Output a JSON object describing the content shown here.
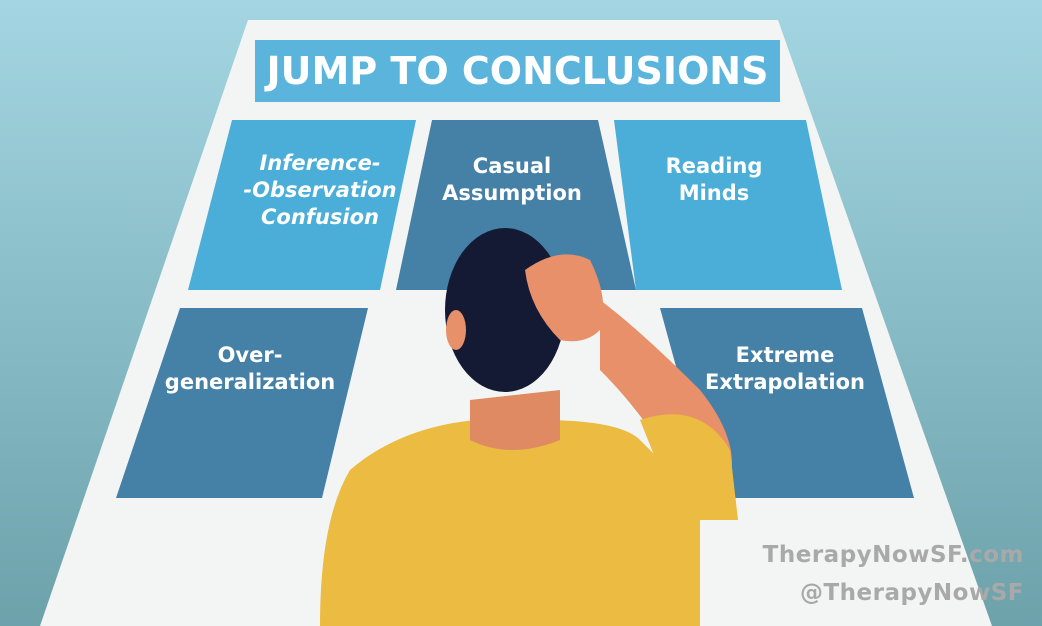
{
  "title": "JUMP TO CONCLUSIONS",
  "tiles": [
    {
      "label": "Inference-\n-Observation\nConfusion"
    },
    {
      "label": "Casual\nAssumption"
    },
    {
      "label": "Reading\nMinds"
    },
    {
      "label": "Over-\ngeneralization"
    },
    {
      "label": "Extreme\nExtrapolation"
    }
  ],
  "watermark": {
    "site": "TherapyNowSF.com",
    "handle": "@TherapyNowSF"
  },
  "colors": {
    "light_tile": "#4aaed8",
    "dark_tile": "#4580a7",
    "shirt": "#ebbb42",
    "skin": "#e8906a",
    "hair": "#141a33"
  }
}
